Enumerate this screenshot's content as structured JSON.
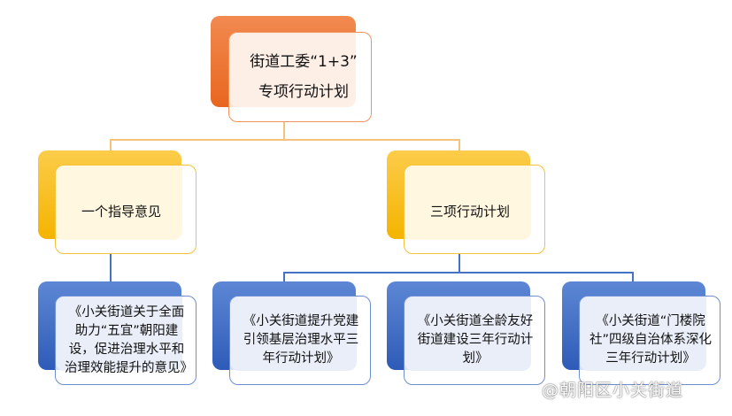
{
  "root": {
    "line1": "街道工委“1+3”",
    "line2": "专项行动计划"
  },
  "level2": [
    {
      "label": "一个指导意见"
    },
    {
      "label": "三项行动计划"
    }
  ],
  "level3": [
    {
      "label": "《小关街道关于全面助力“五宜”朝阳建设，促进治理水平和治理效能提升的意见》"
    },
    {
      "label": "《小关街道提升党建引领基层治理水平三年行动计划》"
    },
    {
      "label": "《小关街道全龄友好街道建设三年行动计划》"
    },
    {
      "label": "《小关街道“门楼院社”四级自治体系深化三年行动计划》"
    }
  ],
  "watermark": "@朝阳区小关街道",
  "colors": {
    "orange": "#e8661f",
    "yellow": "#f4b400",
    "blue": "#2e5bb8",
    "connector_top": "#f4b400",
    "connector_bottom": "#4472c4"
  }
}
